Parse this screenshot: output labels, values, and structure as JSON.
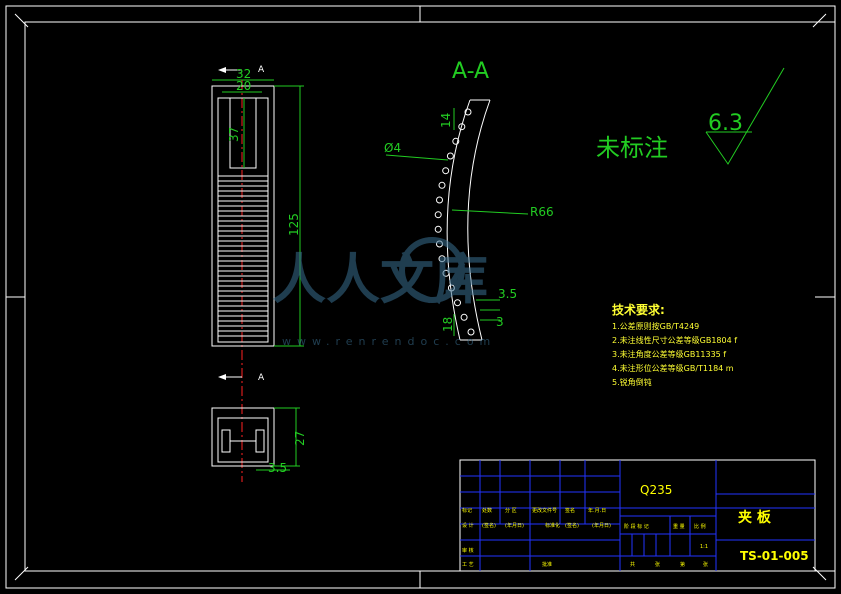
{
  "colors": {
    "background": "#000000",
    "frame": "#ffffff",
    "dimension": "#22cc22",
    "note_text": "#ffff33",
    "title_text": "#ffff00",
    "grid_blue": "#2233ff",
    "centerline": "#ff2222",
    "part_outline": "#ffffff",
    "watermark": "#3a6f90"
  },
  "drawing": {
    "section_label": "A-A",
    "unmarked_note": "未标注",
    "roughness_value": "6.3",
    "view_marker": "A",
    "dims": {
      "top_width": "32",
      "inner_width": "20",
      "slot_depth": "37",
      "height": "125",
      "bottom_height": "27",
      "bottom_offset": "3.5",
      "diameter": "Ø4",
      "radius": "R66",
      "top_offset": "14",
      "bottom_a": "3.5",
      "bottom_b": "18",
      "bottom_c": "3"
    },
    "watermark_text": "人人文库",
    "watermark_url": "www.renrendoc.com"
  },
  "tech_requirements": {
    "title": "技术要求:",
    "items": [
      "1.公差原则按GB/T4249",
      "2.未注线性尺寸公差等级GB1804 f",
      "3.未注角度公差等级GB11335 f",
      "4.未注形位公差等级GB/T1184 m",
      "5.锐角倒钝"
    ]
  },
  "title_block": {
    "material": "Q235",
    "part_name": "夹 板",
    "drawing_number": "TS-01-005",
    "scale": "1:1",
    "row_labels": [
      "标记",
      "处数",
      "分 区",
      "更改文件号",
      "签名",
      "年.月.日"
    ],
    "row2_labels": [
      "设 计",
      "(签名)",
      "(年月日)",
      "标准化",
      "(签名)",
      "(年月日)"
    ],
    "stage_labels": [
      "阶 段 标 记",
      "重 量",
      "比 例"
    ],
    "left_labels": [
      "审 核",
      "工 艺"
    ],
    "approve_label": "批准",
    "sheet_labels": [
      "共",
      "张",
      "第",
      "张"
    ]
  }
}
